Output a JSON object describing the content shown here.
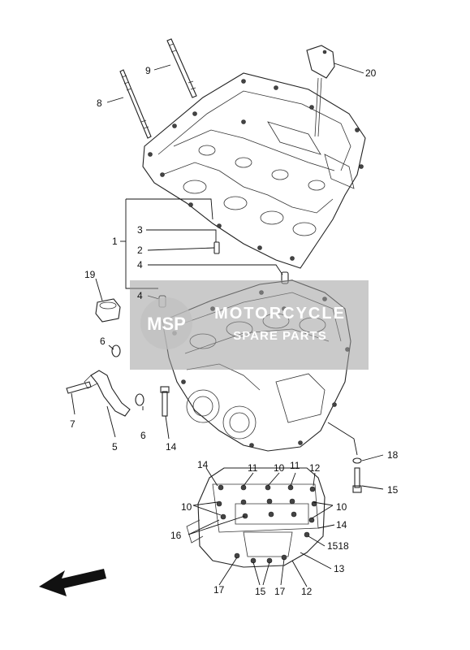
{
  "labels": {
    "l1": "1",
    "l2": "2",
    "l3": "3",
    "l4a": "4",
    "l4b": "4",
    "l5": "5",
    "l6a": "6",
    "l6b": "6",
    "l7": "7",
    "l8": "8",
    "l9": "9",
    "l10a": "10",
    "l10b": "10",
    "l10c": "10",
    "l11a": "11",
    "l11b": "11",
    "l12a": "12",
    "l12b": "12",
    "l13": "13",
    "l14a": "14",
    "l14b": "14",
    "l14c": "14",
    "l15a": "15",
    "l15b": "15",
    "l1518": "1518",
    "l16": "16",
    "l17a": "17",
    "l17b": "17",
    "l18": "18",
    "l19": "19",
    "l20": "20"
  },
  "watermark": {
    "logo": "MSP",
    "line1": "MOTORCYCLE",
    "line2": "SPARE PARTS"
  },
  "icons": {
    "direction_arrow": "front-direction-arrow-icon"
  }
}
